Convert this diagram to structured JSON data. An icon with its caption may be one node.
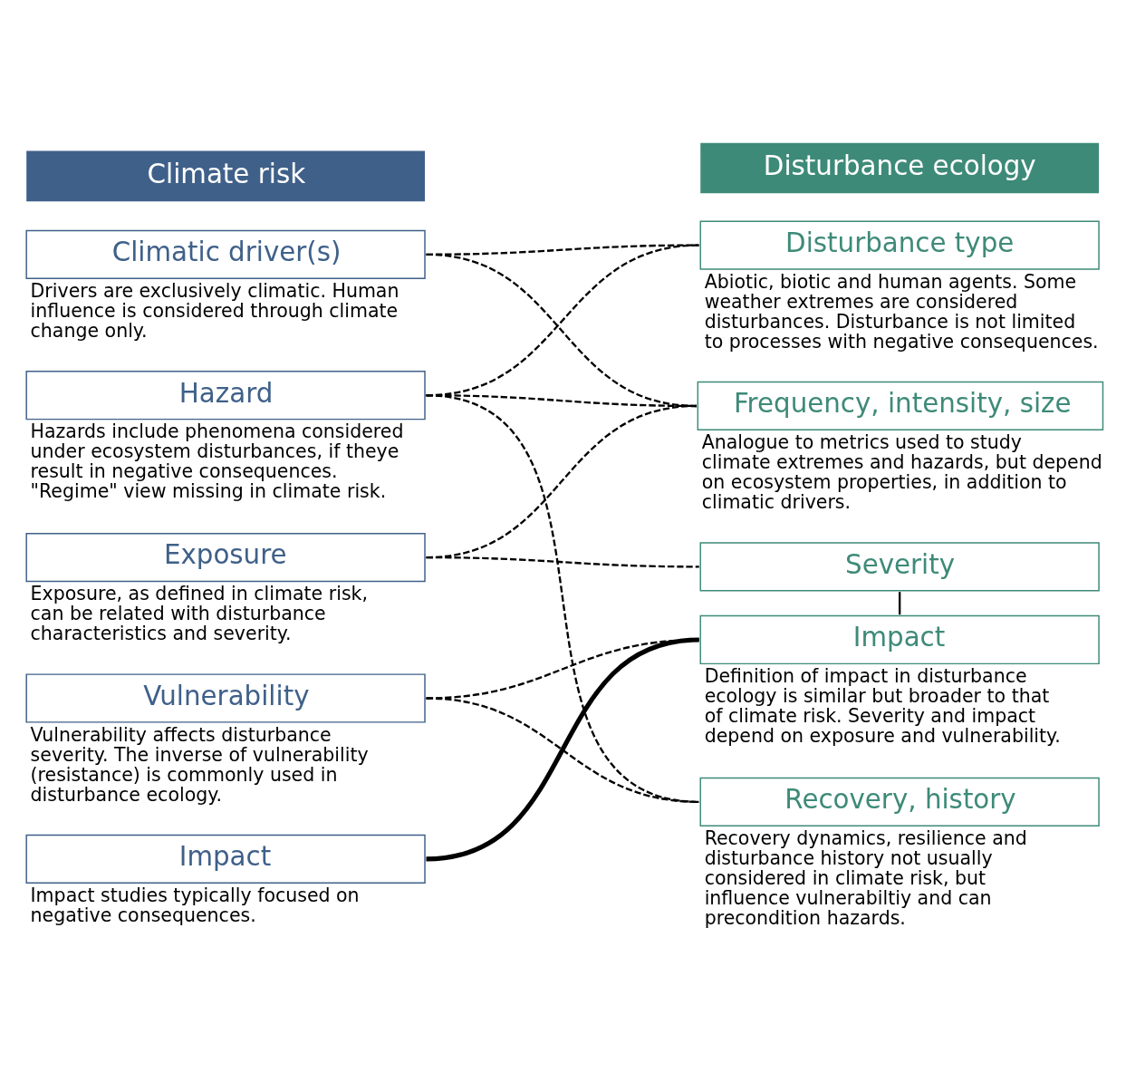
{
  "diagram": {
    "nodes": [
      {
        "text": [
          "Climate risk"
        ]
      },
      {
        "text": [
          "Disturbance ecology"
        ]
      },
      {
        "text": [
          "Climatic driver(s)"
        ],
        "beside": [
          "Drivers are exclusively climatic. Human influence is considered through climate change only."
        ]
      },
      {
        "text": [
          "Hazard"
        ],
        "beside": [
          "Hazards include phenomena considered under ecosystem disturbances, if theye result in negative consequences. \"Regime\" view missing in climate risk."
        ]
      },
      {
        "text": [
          "Exposure"
        ],
        "beside": [
          "Exposure, as defined in climate risk, can be related with disturbance characteristics and severity."
        ]
      },
      {
        "text": [
          "Vulnerability"
        ],
        "beside": [
          "Vulnerability affects disturbance severity. The inverse of vulnerability (resistance) is commonly used in disturbance ecology."
        ]
      },
      {
        "text": [
          "Impact"
        ],
        "beside": [
          "Impact studies typically focused on negative consequences."
        ]
      },
      {
        "text": [
          "Disturbance type"
        ],
        "beside": [
          "Abiotic, biotic and human agents. Some weather extremes are considered disturbances. Disturbance is not limited to processes with negative consequences."
        ]
      },
      {
        "text": [
          "Frequency, intensity, size"
        ],
        "beside": [
          "Analogue to metrics used to study climate extremes and hazards, but depend on ecosystem properties, in addition to climatic drivers."
        ]
      },
      {
        "text": [
          "Severity"
        ]
      },
      {
        "text": [
          "Impact"
        ],
        "beside": [
          "Definition of impact in disturbance ecology is similar but broader to that of climate risk. Severity and impact depend on exposure and vulnerability."
        ]
      },
      {
        "text": [
          "Recovery, history"
        ],
        "beside": [
          "Recovery dynamics, resilience and disturbance history not usually considered in climate risk, but influence vulnerabiltiy and can precondition hazards."
        ]
      }
    ],
    "edges": [
      {
        "from": 2,
        "to": 7,
        "arrow": "none",
        "style": "dashed"
      },
      {
        "from": 2,
        "to": 8,
        "arrow": "none",
        "style": "dashed"
      },
      {
        "from": 3,
        "to": 7,
        "arrow": "none",
        "style": "dashed"
      },
      {
        "from": 3,
        "to": 8,
        "arrow": "none",
        "style": "dashed"
      },
      {
        "from": 3,
        "to": 11,
        "arrow": "none",
        "style": "dashed"
      },
      {
        "from": 4,
        "to": 8,
        "arrow": "none",
        "style": "dashed"
      },
      {
        "from": 4,
        "to": 9,
        "arrow": "none",
        "style": "dashed"
      },
      {
        "from": 5,
        "to": 10,
        "arrow": "none",
        "style": "dashed"
      },
      {
        "from": 5,
        "to": 11,
        "arrow": "none",
        "style": "dashed"
      },
      {
        "from": 6,
        "to": 10,
        "arrow": "none",
        "style": "thick"
      },
      {
        "from": 9,
        "to": 10,
        "arrow": "none"
      }
    ]
  }
}
